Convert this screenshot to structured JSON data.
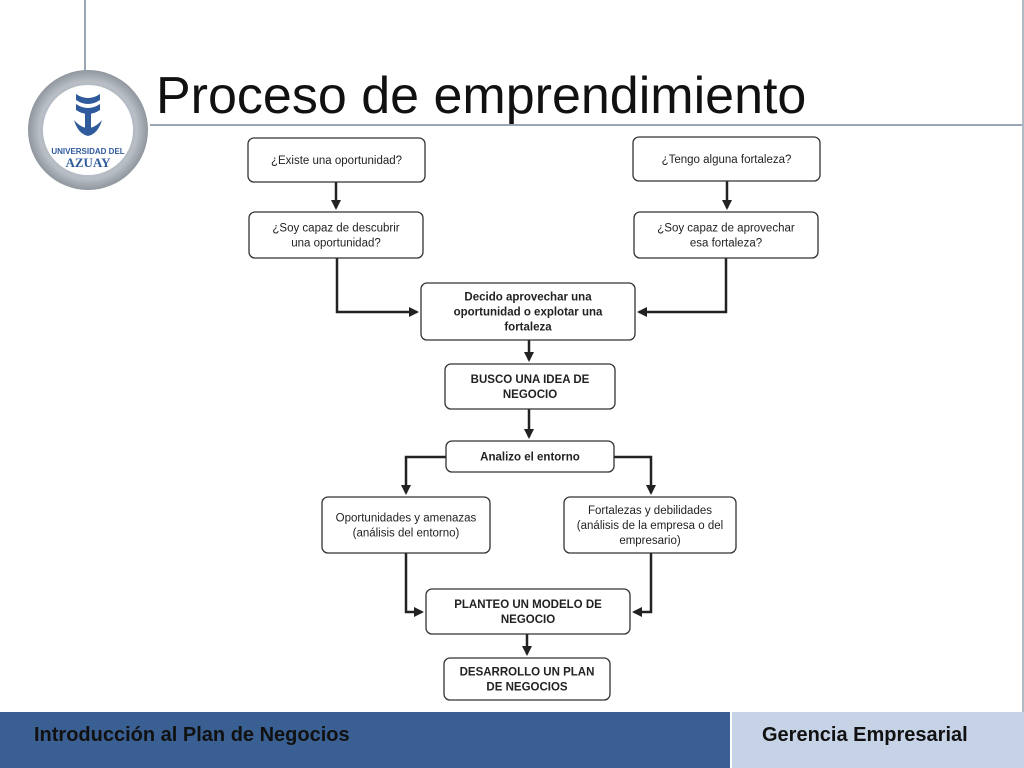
{
  "slide": {
    "title": "Proceso de emprendimiento"
  },
  "logo": {
    "text_line1": "UNIVERSIDAD DEL",
    "text_line2": "AZUAY"
  },
  "diagram": {
    "nodes": {
      "existe_oportunidad": [
        "¿Existe una oportunidad?"
      ],
      "soy_capaz_descubrir": [
        "¿Soy capaz de descubrir",
        "una oportunidad?"
      ],
      "tengo_fortaleza": [
        "¿Tengo alguna fortaleza?"
      ],
      "soy_capaz_aprovechar": [
        "¿Soy capaz de aprovechar",
        "esa fortaleza?"
      ],
      "decido_aprovechar": [
        "Decido aprovechar una",
        "oportunidad o explotar una",
        "fortaleza"
      ],
      "busco_idea": [
        "BUSCO UNA IDEA DE",
        "NEGOCIO"
      ],
      "analizo_entorno": [
        "Analizo el entorno"
      ],
      "oportunidades_amenazas": [
        "Oportunidades y amenazas",
        "(análisis del entorno)"
      ],
      "fortalezas_debilidades": [
        "Fortalezas y debilidades",
        "(análisis de la empresa o del",
        "empresario)"
      ],
      "planteo_modelo": [
        "PLANTEO UN MODELO DE",
        "NEGOCIO"
      ],
      "desarrollo_plan": [
        "DESARROLLO UN PLAN",
        "DE NEGOCIOS"
      ]
    }
  },
  "footer": {
    "left_text": "Introducción al Plan de Negocios",
    "right_text": "Gerencia Empresarial"
  },
  "colors": {
    "footer_left_bg": "#3a5f92",
    "footer_right_bg": "#c6d3e6",
    "accent_lines": "#9aa6b2"
  }
}
